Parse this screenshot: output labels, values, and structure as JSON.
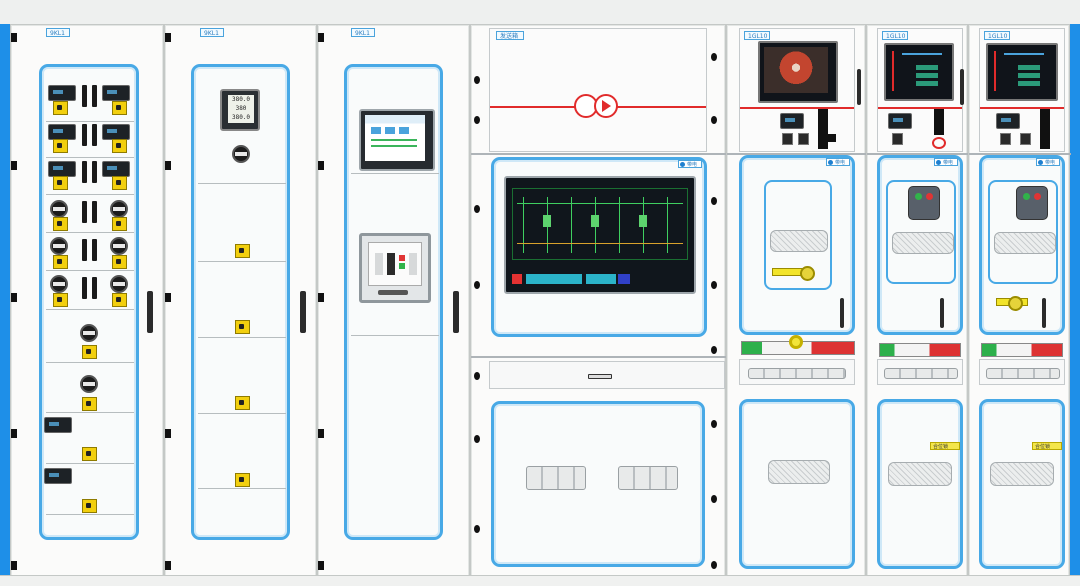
{
  "panels": {
    "p1": {
      "tag": "9KL1"
    },
    "p2": {
      "tag": "9KL1"
    },
    "p3": {
      "tag": "9KL1"
    },
    "p4": {
      "tag": "发送箱"
    },
    "p5": {
      "tag": "1GL10"
    },
    "p6": {
      "tag": "1GL10"
    },
    "p7": {
      "tag": "1GL10"
    }
  },
  "meter_display": {
    "line1": "380.0",
    "line2": "380",
    "line3": "380.0"
  },
  "badges": {
    "p4": "带电",
    "p5": "带电",
    "p6": "带电",
    "p7": "带电"
  },
  "stickers": {
    "p6": "合位锁",
    "p7": "合位锁"
  },
  "colors": {
    "door_frame": "#48a9e6",
    "side_panel": "#1e8fe8",
    "busbar": "#e12b2b",
    "indicator_yellow": "#f2cf0e"
  }
}
